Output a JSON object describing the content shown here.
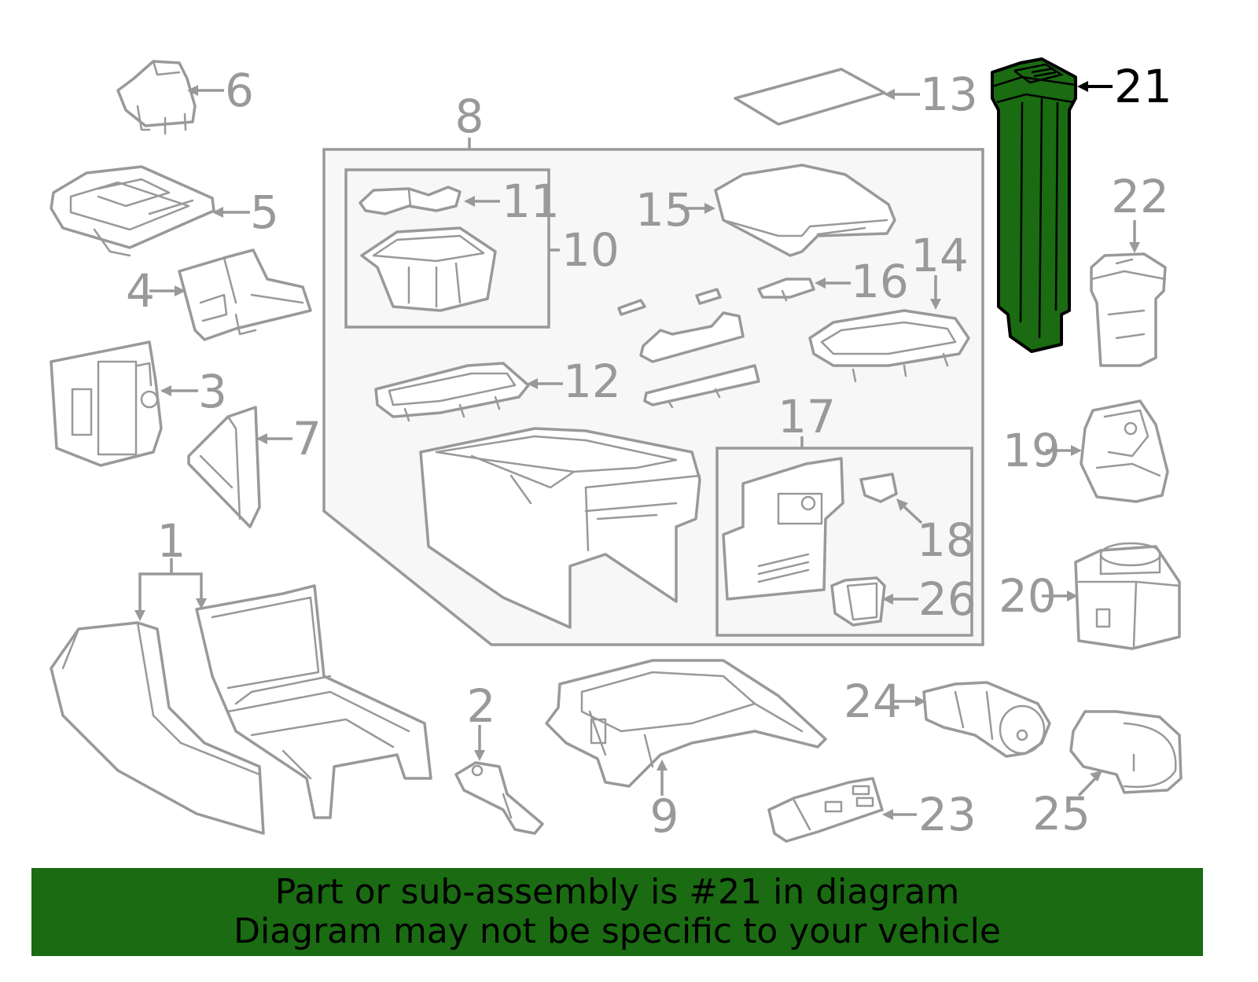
{
  "callouts": {
    "c1": "1",
    "c2": "2",
    "c3": "3",
    "c4": "4",
    "c5": "5",
    "c6": "6",
    "c7": "7",
    "c8": "8",
    "c9": "9",
    "c10": "10",
    "c11": "11",
    "c12": "12",
    "c13": "13",
    "c14": "14",
    "c15": "15",
    "c16": "16",
    "c17": "17",
    "c18": "18",
    "c19": "19",
    "c20": "20",
    "c21": "21",
    "c22": "22",
    "c23": "23",
    "c24": "24",
    "c25": "25",
    "c26": "26"
  },
  "highlight": {
    "part": "21",
    "color": "#1a6b12"
  },
  "banner": {
    "line1": "Part or sub-assembly is #21 in diagram",
    "line2": "Diagram may not be specific to your vehicle"
  }
}
